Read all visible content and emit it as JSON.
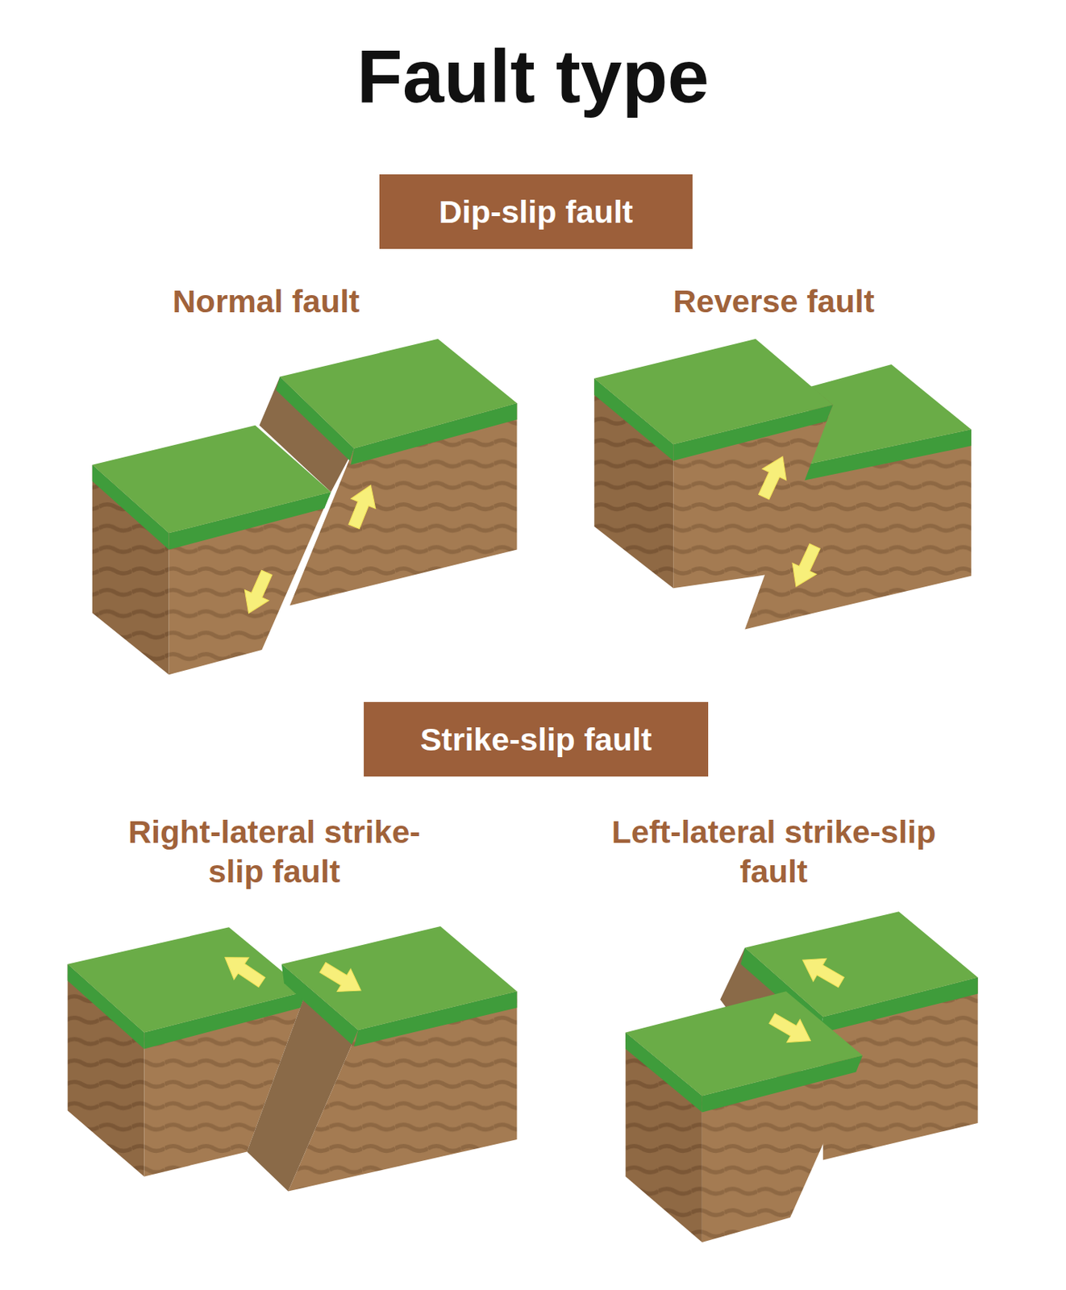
{
  "diagram": {
    "title": "Fault type",
    "nodes": [
      {
        "text": [
          "Dip-slip fault"
        ]
      },
      {
        "text": [
          "Strike-slip fault"
        ]
      }
    ],
    "labels": [
      "Normal fault",
      "Reverse fault",
      "Right-lateral strike-slip fault",
      "Left-lateral strike-slip fault"
    ]
  }
}
